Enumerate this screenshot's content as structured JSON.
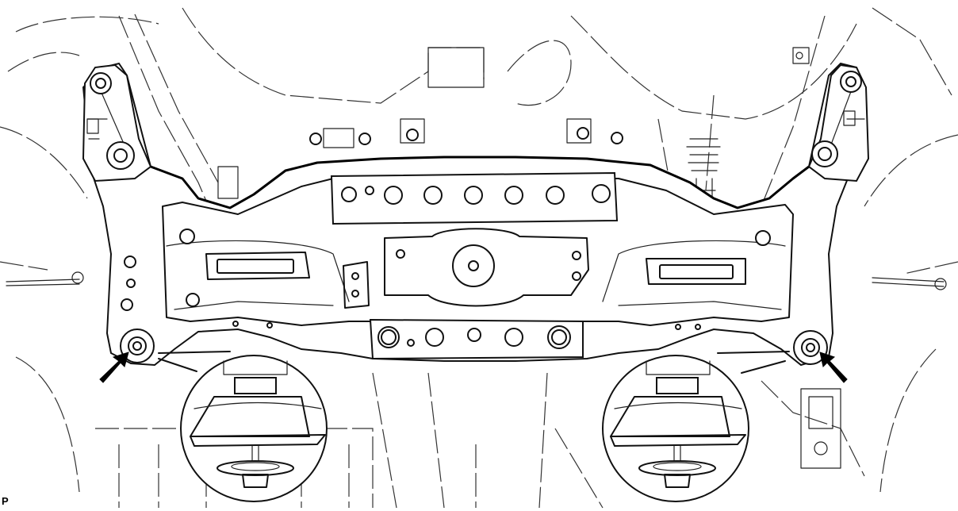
{
  "figure": {
    "corner_code": "P",
    "line_color": "#111111",
    "background": "#ffffff",
    "callouts": [
      {
        "id": "left",
        "arrow": "arrow-icon"
      },
      {
        "id": "right",
        "arrow": "arrow-icon"
      }
    ]
  }
}
